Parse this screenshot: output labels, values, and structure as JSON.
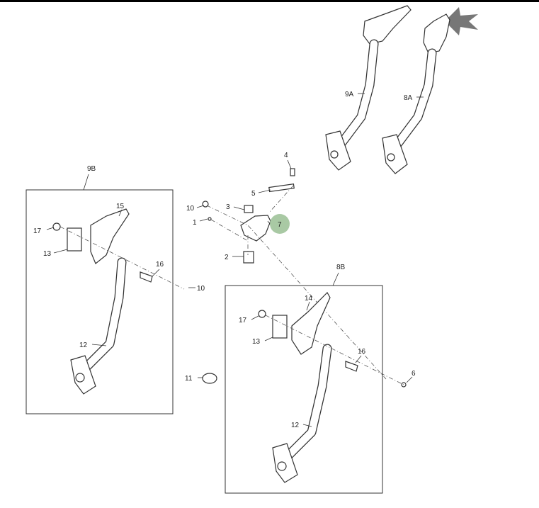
{
  "diagram": {
    "callouts": {
      "c9A": "9A",
      "c8A": "8A",
      "c4": "4",
      "c5": "5",
      "c10a": "10",
      "c3": "3",
      "c1": "1",
      "c7": "7",
      "c2": "2",
      "c9B": "9B",
      "c15": "15",
      "c17a": "17",
      "c13a": "13",
      "c16a": "16",
      "c10b": "10",
      "c12a": "12",
      "c11": "11",
      "c8B": "8B",
      "c14": "14",
      "c17b": "17",
      "c13b": "13",
      "c16b": "16",
      "c6": "6",
      "c12b": "12"
    },
    "highlight_color": "#a9c9a4",
    "arrow_color": "#777777"
  }
}
